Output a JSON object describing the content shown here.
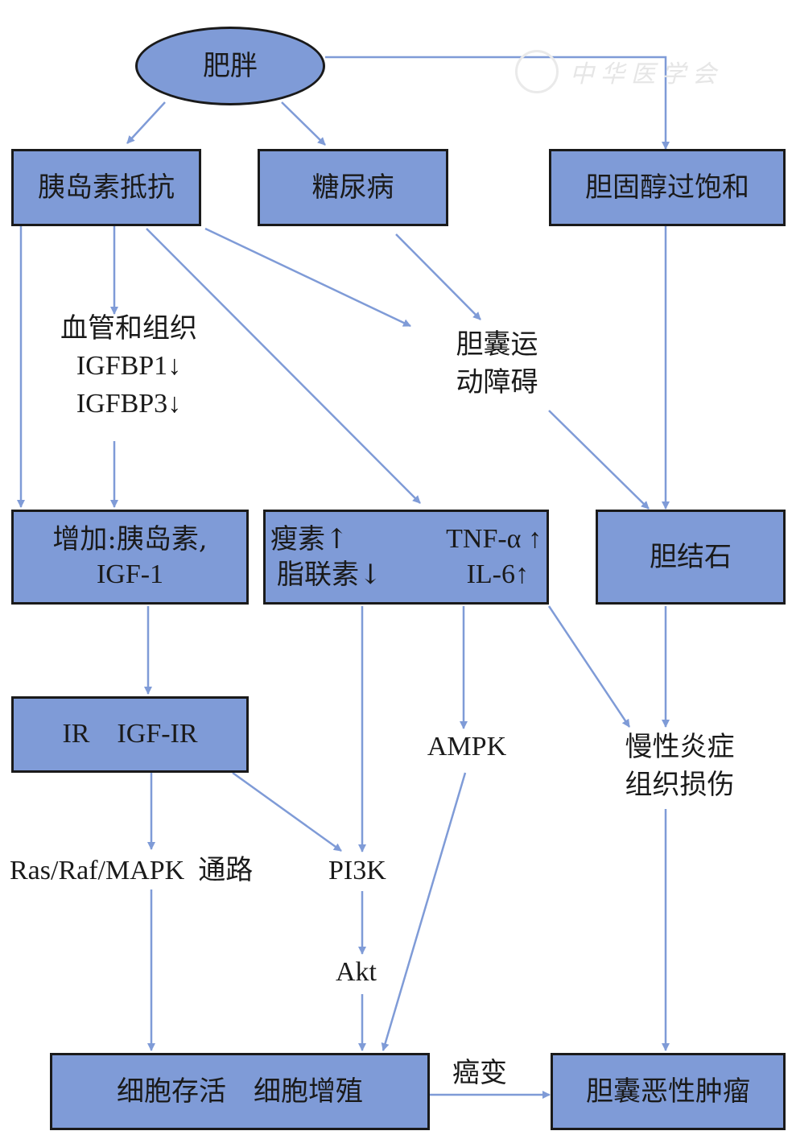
{
  "watermark": {
    "text": "中华医学会",
    "icon": "society-seal-icon"
  },
  "nodes": {
    "obesity": "肥胖",
    "insulin_resistance": "胰岛素抵抗",
    "diabetes": "糖尿病",
    "cholesterol_supersaturation": "胆固醇过饱和",
    "increase_insulin_igf1": {
      "line1": "增加:胰岛素,",
      "line2": "IGF-1"
    },
    "adipokines": {
      "leptin": "瘦素↑",
      "tnf_alpha": "TNF-α ↑",
      "adiponectin": "脂联素↓",
      "il6": "IL-6↑"
    },
    "gallstones": "胆结石",
    "ir_igf_ir": "IR　IGF-IR",
    "cell_survival_proliferation": "细胞存活　细胞增殖",
    "gallbladder_malignancy": "胆囊恶性肿瘤"
  },
  "labels": {
    "igfbp": {
      "line1": "血管和组织",
      "line2": "IGFBP1↓",
      "line3": "IGFBP3↓"
    },
    "gallbladder_dysmotility": {
      "line1": "胆囊运",
      "line2": "动障碍"
    },
    "chronic_inflammation": {
      "line1": "慢性炎症",
      "line2": "组织损伤"
    },
    "ampk": "AMPK",
    "ras_mapk": "Ras/Raf/MAPK  通路",
    "pi3k": "PI3K",
    "akt": "Akt",
    "carcinogenesis": "癌变"
  },
  "colors": {
    "node_fill": "#7f9bd7",
    "node_border": "#1a1a1a",
    "arrow": "#7f9bd7"
  },
  "edges": [
    {
      "from": "肥胖",
      "to": "胰岛素抵抗"
    },
    {
      "from": "肥胖",
      "to": "糖尿病"
    },
    {
      "from": "肥胖",
      "to": "胆固醇过饱和"
    },
    {
      "from": "胰岛素抵抗",
      "to": "血管和组织 IGFBP1↓ IGFBP3↓"
    },
    {
      "from": "胰岛素抵抗",
      "to": "增加:胰岛素,IGF-1"
    },
    {
      "from": "胰岛素抵抗",
      "to": "瘦素/TNF-α/脂联素/IL-6"
    },
    {
      "from": "胰岛素抵抗",
      "to": "胆囊运动障碍"
    },
    {
      "from": "糖尿病",
      "to": "胆囊运动障碍"
    },
    {
      "from": "血管和组织 IGFBP1↓ IGFBP3↓",
      "to": "增加:胰岛素,IGF-1"
    },
    {
      "from": "胆固醇过饱和",
      "to": "胆结石"
    },
    {
      "from": "胆囊运动障碍",
      "to": "胆结石"
    },
    {
      "from": "增加:胰岛素,IGF-1",
      "to": "IR IGF-IR"
    },
    {
      "from": "瘦素/TNF-α/脂联素/IL-6",
      "to": "PI3K"
    },
    {
      "from": "瘦素/TNF-α/脂联素/IL-6",
      "to": "AMPK"
    },
    {
      "from": "瘦素/TNF-α/脂联素/IL-6",
      "to": "慢性炎症 组织损伤"
    },
    {
      "from": "胆结石",
      "to": "慢性炎症 组织损伤"
    },
    {
      "from": "IR IGF-IR",
      "to": "Ras/Raf/MAPK 通路"
    },
    {
      "from": "IR IGF-IR",
      "to": "PI3K"
    },
    {
      "from": "PI3K",
      "to": "Akt"
    },
    {
      "from": "Ras/Raf/MAPK 通路",
      "to": "细胞存活 细胞增殖"
    },
    {
      "from": "Akt",
      "to": "细胞存活 细胞增殖"
    },
    {
      "from": "AMPK",
      "to": "细胞存活 细胞增殖"
    },
    {
      "from": "慢性炎症 组织损伤",
      "to": "胆囊恶性肿瘤"
    },
    {
      "from": "细胞存活 细胞增殖",
      "to": "胆囊恶性肿瘤",
      "label": "癌变"
    }
  ]
}
